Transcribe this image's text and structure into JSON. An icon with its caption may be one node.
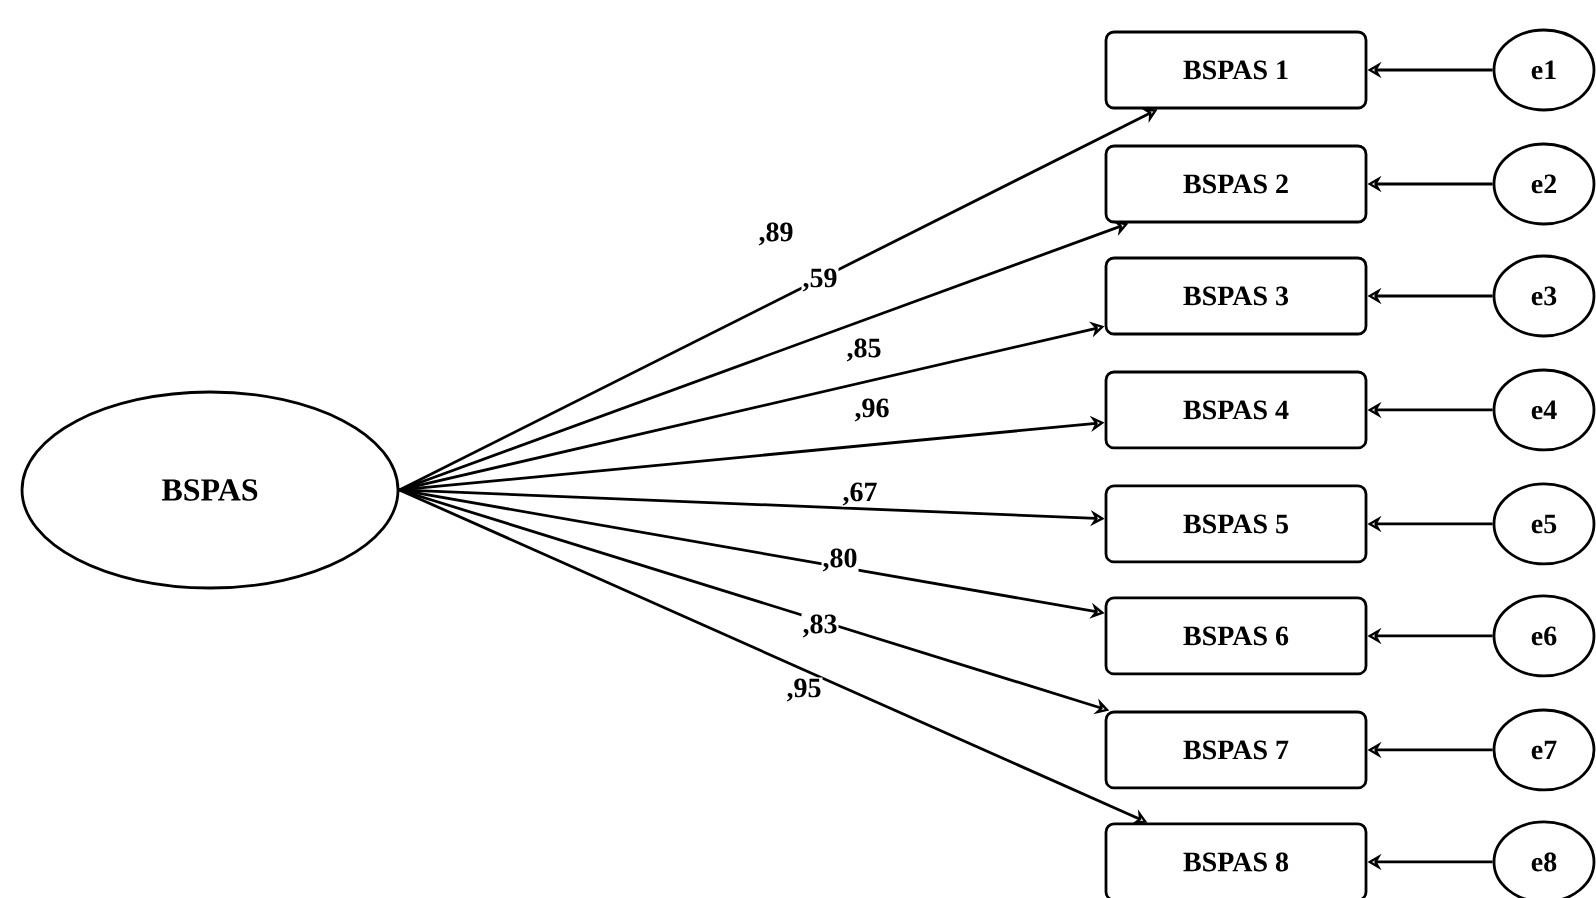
{
  "diagram": {
    "nodes": [
      {
        "text": [
          "BSPAS"
        ]
      },
      {
        "text": [
          "BSPAS 1"
        ]
      },
      {
        "text": [
          "BSPAS 2"
        ]
      },
      {
        "text": [
          "BSPAS 3"
        ]
      },
      {
        "text": [
          "BSPAS 4"
        ]
      },
      {
        "text": [
          "BSPAS 5"
        ]
      },
      {
        "text": [
          "BSPAS 6"
        ]
      },
      {
        "text": [
          "BSPAS 7"
        ]
      },
      {
        "text": [
          "BSPAS 8"
        ]
      },
      {
        "text": [
          "e1"
        ]
      },
      {
        "text": [
          "e2"
        ]
      },
      {
        "text": [
          "e3"
        ]
      },
      {
        "text": [
          "e4"
        ]
      },
      {
        "text": [
          "e5"
        ]
      },
      {
        "text": [
          "e6"
        ]
      },
      {
        "text": [
          "e7"
        ]
      },
      {
        "text": [
          "e8"
        ]
      }
    ],
    "edges": [
      {
        "from": 0,
        "to": 1,
        "arrow": "to",
        "label": ",89"
      },
      {
        "from": 0,
        "to": 2,
        "arrow": "to",
        "label": ",59"
      },
      {
        "from": 0,
        "to": 3,
        "arrow": "to",
        "label": ",85"
      },
      {
        "from": 0,
        "to": 4,
        "arrow": "to",
        "label": ",96"
      },
      {
        "from": 0,
        "to": 5,
        "arrow": "to",
        "label": ",67"
      },
      {
        "from": 0,
        "to": 6,
        "arrow": "to",
        "label": ",80"
      },
      {
        "from": 0,
        "to": 7,
        "arrow": "to",
        "label": ",83"
      },
      {
        "from": 0,
        "to": 8,
        "arrow": "to",
        "label": ",95"
      },
      {
        "from": 9,
        "to": 1,
        "arrow": "to"
      },
      {
        "from": 10,
        "to": 2,
        "arrow": "to"
      },
      {
        "from": 11,
        "to": 3,
        "arrow": "to"
      },
      {
        "from": 12,
        "to": 4,
        "arrow": "to"
      },
      {
        "from": 13,
        "to": 5,
        "arrow": "to"
      },
      {
        "from": 14,
        "to": 6,
        "arrow": "to"
      },
      {
        "from": 15,
        "to": 7,
        "arrow": "to"
      },
      {
        "from": 16,
        "to": 8,
        "arrow": "to"
      }
    ]
  }
}
